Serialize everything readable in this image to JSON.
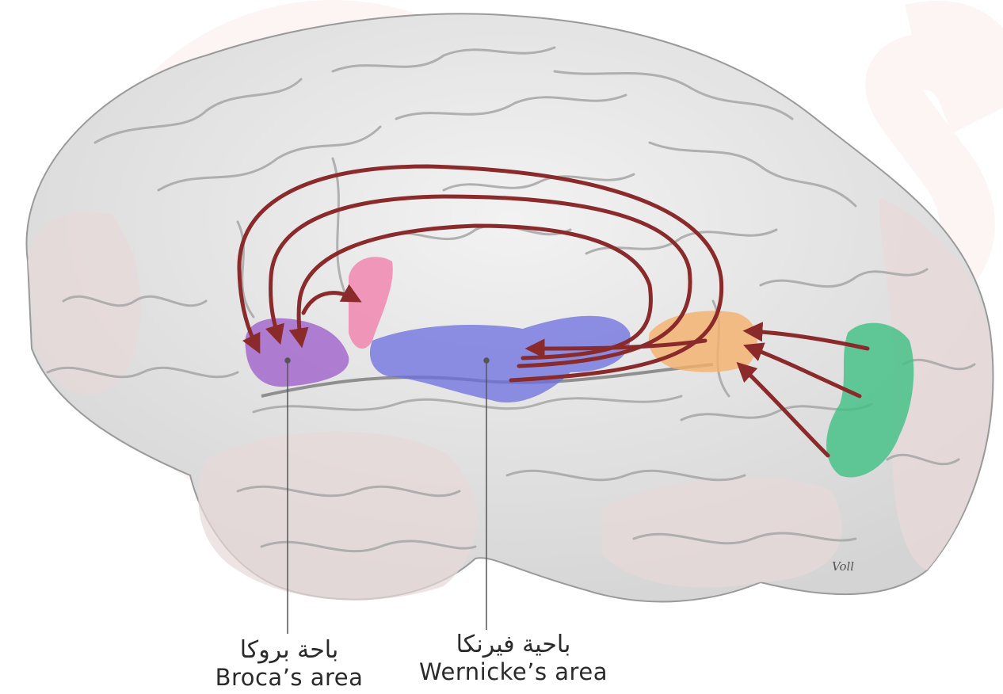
{
  "labels": {
    "broca": {
      "arabic": "باحة بروكا",
      "english": "Broca’s area"
    },
    "wernicke": {
      "arabic": "باحية فيرنكا",
      "english": "Wernicke’s area"
    }
  },
  "signature": "Voll",
  "colors": {
    "broca_area": "#9b59c9",
    "premotor_area": "#f07aa8",
    "wernicke_area": "#6b6de0",
    "angular_area": "#f5b06a",
    "visual_area": "#3fbf83",
    "arrow": "#8b2a2a",
    "cortex": "#e6e6e6",
    "cortex_shade": "#e8d8d8"
  }
}
